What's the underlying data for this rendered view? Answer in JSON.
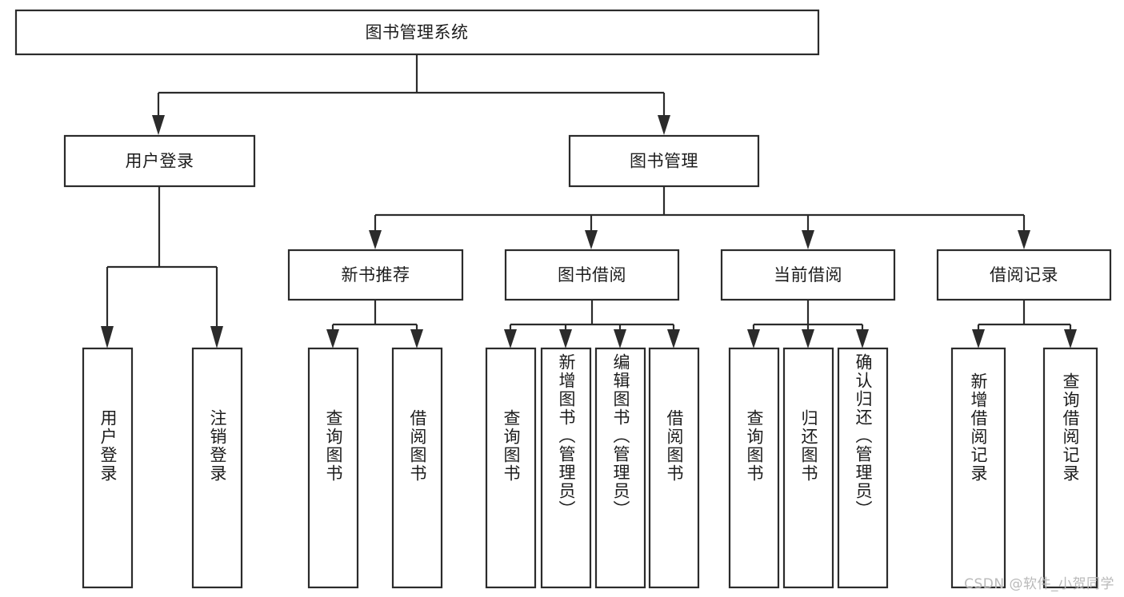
{
  "diagram": {
    "title": "图书管理系统",
    "type": "tree-hierarchy",
    "watermark": "CSDN @软件_小贺同学",
    "colors": {
      "box_stroke": "#2b2b2b",
      "box_fill": "#ffffff",
      "text": "#1c1c1c",
      "background": "#ffffff",
      "watermark": "#b9b9b9"
    },
    "root": {
      "label": "图书管理系统"
    },
    "level2": [
      {
        "label": "用户登录"
      },
      {
        "label": "图书管理"
      }
    ],
    "level3": [
      {
        "label": "新书推荐"
      },
      {
        "label": "图书借阅"
      },
      {
        "label": "当前借阅"
      },
      {
        "label": "借阅记录"
      }
    ],
    "leaves": {
      "user_login": [
        {
          "label": "用户登录"
        },
        {
          "label": "注销登录"
        }
      ],
      "new_book_recommend": [
        {
          "label": "查询图书"
        },
        {
          "label": "借阅图书"
        }
      ],
      "book_borrow": [
        {
          "label": "查询图书"
        },
        {
          "label": "新增图书（管理员）"
        },
        {
          "label": "编辑图书（管理员）"
        },
        {
          "label": "借阅图书"
        }
      ],
      "current_borrow": [
        {
          "label": "查询图书"
        },
        {
          "label": "归还图书"
        },
        {
          "label": "确认归还（管理员）"
        }
      ],
      "borrow_record": [
        {
          "label": "新增借阅记录"
        },
        {
          "label": "查询借阅记录"
        }
      ]
    }
  }
}
